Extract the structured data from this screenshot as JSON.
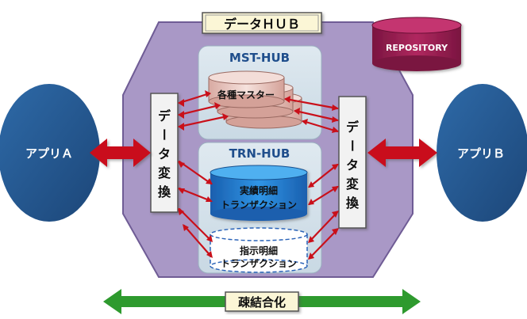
{
  "hub_title": "データＨＵＢ",
  "repository": {
    "label": "REPOSITORY",
    "color": "#9a1d4e"
  },
  "app_a": {
    "label": "アプリＡ"
  },
  "app_b": {
    "label": "アプリＢ"
  },
  "converter_left": {
    "chars": [
      "デ",
      "ー",
      "タ",
      "変",
      "換"
    ]
  },
  "converter_right": {
    "chars": [
      "デ",
      "ー",
      "タ",
      "変",
      "換"
    ]
  },
  "mst_hub": {
    "title": "MST-HUB",
    "master_label": "各種マスター"
  },
  "trn_hub": {
    "title": "TRN-HUB",
    "actual_lines": [
      "実績明細",
      "トランザクション"
    ],
    "instruction_lines": [
      "指示明細",
      "トランザクション"
    ]
  },
  "loose_coupling": {
    "label": "疎結合化"
  },
  "colors": {
    "hub_fill": "#a998c6",
    "hub_stroke": "#6f5c95",
    "app_fill": "#25558d",
    "arrow_red": "#c9101a",
    "arrow_green": "#2e9a2e",
    "blue_cylinder": "#1f7fd1",
    "master_cylinder": "#e9c7c0"
  }
}
